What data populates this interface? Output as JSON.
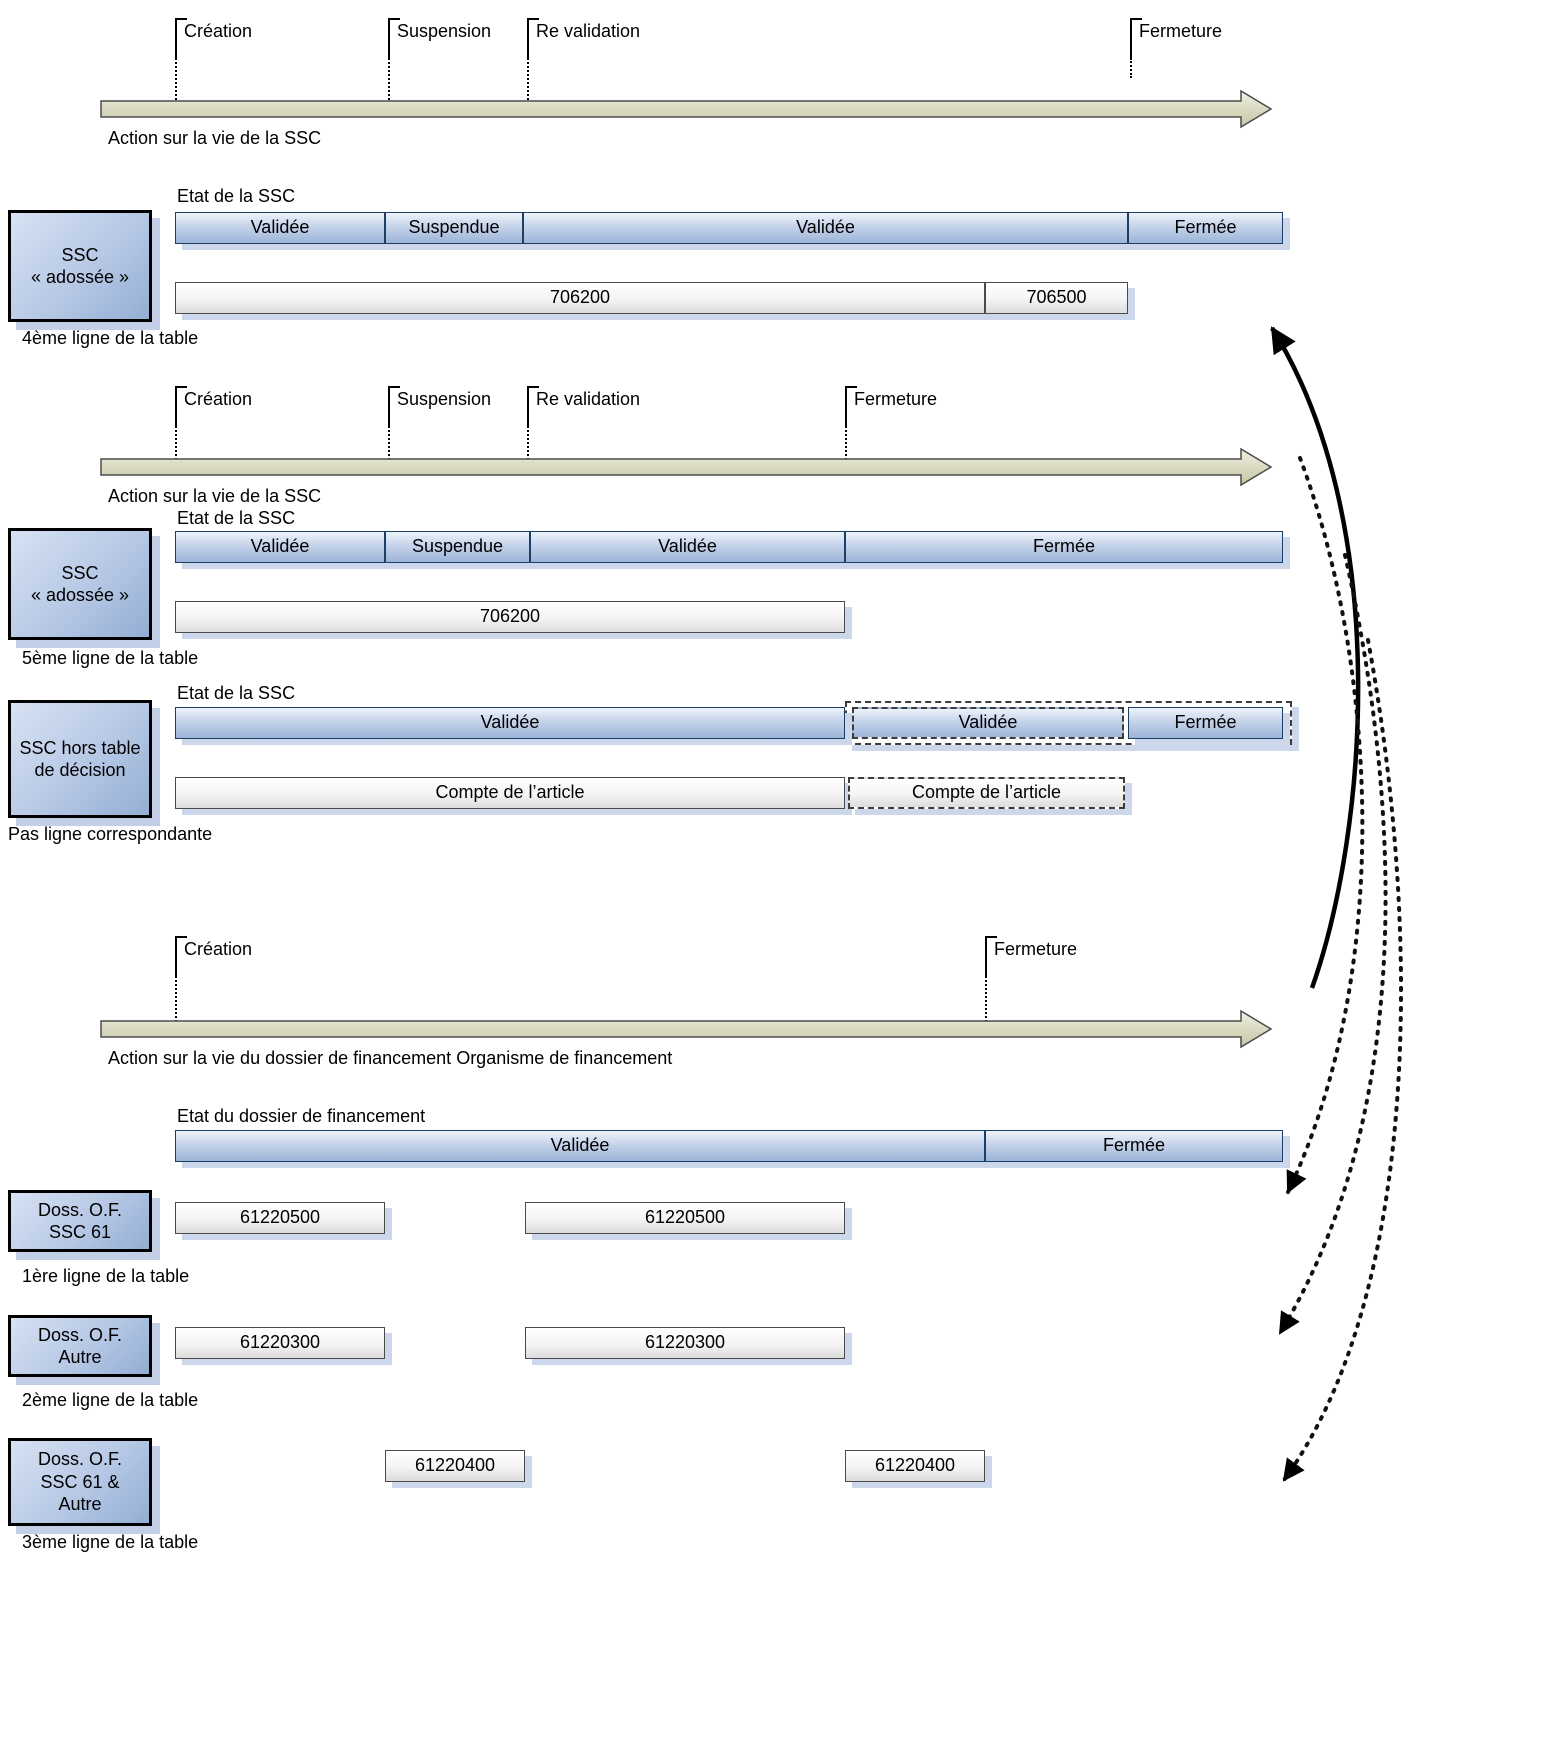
{
  "s1": {
    "milestones": [
      "Création",
      "Suspension",
      "Re validation",
      "Fermeture"
    ],
    "arrow_label": "Action sur la vie de la SSC",
    "state_title": "Etat de la SSC",
    "states": [
      "Validée",
      "Suspendue",
      "Validée",
      "Fermée"
    ],
    "accounts": [
      "706200",
      "706500"
    ],
    "box_label": "SSC\n« adossée »",
    "caption": "4ème ligne de la table"
  },
  "s2": {
    "milestones": [
      "Création",
      "Suspension",
      "Re validation",
      "Fermeture"
    ],
    "arrow_label": "Action sur la vie de la SSC",
    "state_title": "Etat de la SSC",
    "states": [
      "Validée",
      "Suspendue",
      "Validée",
      "Fermée"
    ],
    "accounts": [
      "706200"
    ],
    "box_label": "SSC\n« adossée »",
    "caption": "5ème ligne de la table"
  },
  "s3": {
    "state_title": "Etat de la SSC",
    "states": [
      "Validée",
      "Validée",
      "Fermée"
    ],
    "accounts": [
      "Compte de l’article",
      "Compte de l’article"
    ],
    "box_label": "SSC hors table\nde décision",
    "caption": "Pas ligne correspondante"
  },
  "s4": {
    "milestones": [
      "Création",
      "Fermeture"
    ],
    "arrow_label": "Action sur la vie du dossier de financement Organisme de financement",
    "state_title": "Etat du dossier de financement",
    "states": [
      "Validée",
      "Fermée"
    ],
    "rows": [
      {
        "box_label": "Doss. O.F.\nSSC 61",
        "accounts": [
          "61220500",
          "61220500"
        ],
        "caption": "1ère ligne de la table"
      },
      {
        "box_label": "Doss. O.F.\nAutre",
        "accounts": [
          "61220300",
          "61220300"
        ],
        "caption": "2ème ligne de la table"
      },
      {
        "box_label": "Doss. O.F.\nSSC 61 &\nAutre",
        "accounts": [
          "61220400",
          "61220400"
        ],
        "caption": "3ème ligne de la table"
      }
    ]
  },
  "colors": {
    "state_bar": "#9cb4d8",
    "arrow_fill": "#d9d9bd",
    "shadow": "#ccd7ec"
  }
}
